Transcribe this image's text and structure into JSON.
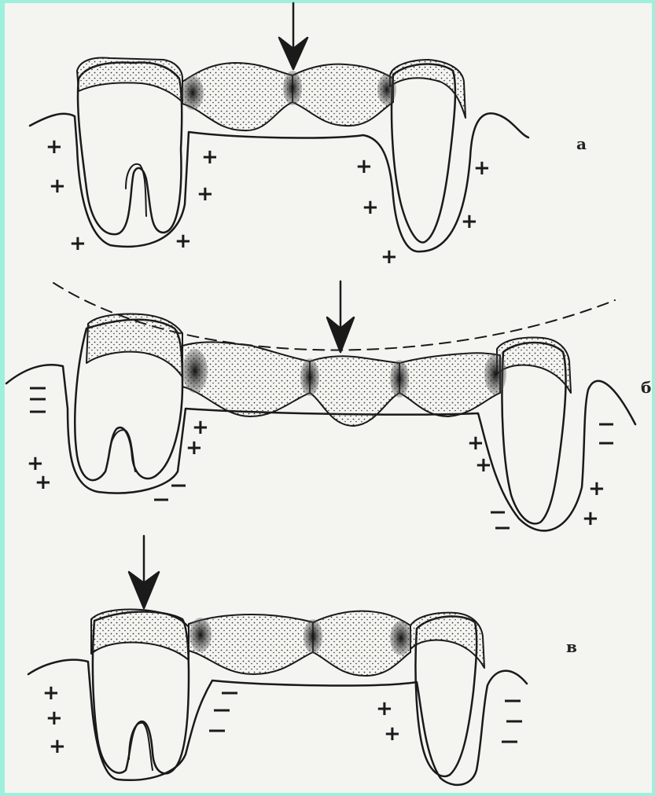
{
  "colors": {
    "border": "#9ef0dc",
    "paper": "#f4f4f1",
    "ink": "#1a1a1a",
    "stipple": "#444444"
  },
  "panels": [
    {
      "id": "a",
      "label": "a"
    },
    {
      "id": "b",
      "label": "б"
    },
    {
      "id": "c",
      "label": "в"
    }
  ]
}
